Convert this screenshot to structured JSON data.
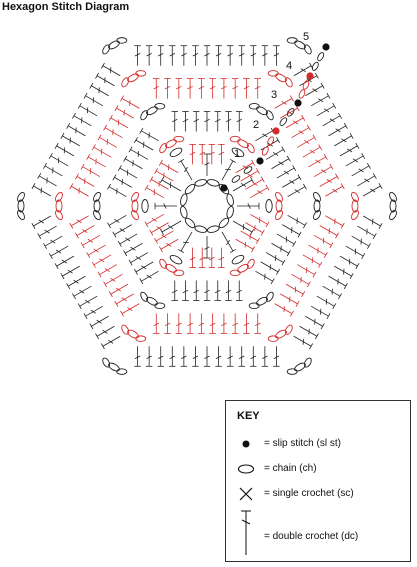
{
  "title": "Hexagon Stitch Diagram",
  "rounds": [
    "1",
    "2",
    "3",
    "4",
    "5"
  ],
  "colors": {
    "stitch": "#222222",
    "accent": "#d42a2a",
    "border": "#333333"
  },
  "key": {
    "title": "KEY",
    "items": [
      {
        "symbol": "slip-stitch",
        "label": "= slip stitch (sl st)"
      },
      {
        "symbol": "chain",
        "label": "= chain (ch)"
      },
      {
        "symbol": "single-crochet",
        "label": "= single crochet (sc)"
      },
      {
        "symbol": "double-crochet",
        "label": "= double crochet (dc)"
      }
    ]
  }
}
